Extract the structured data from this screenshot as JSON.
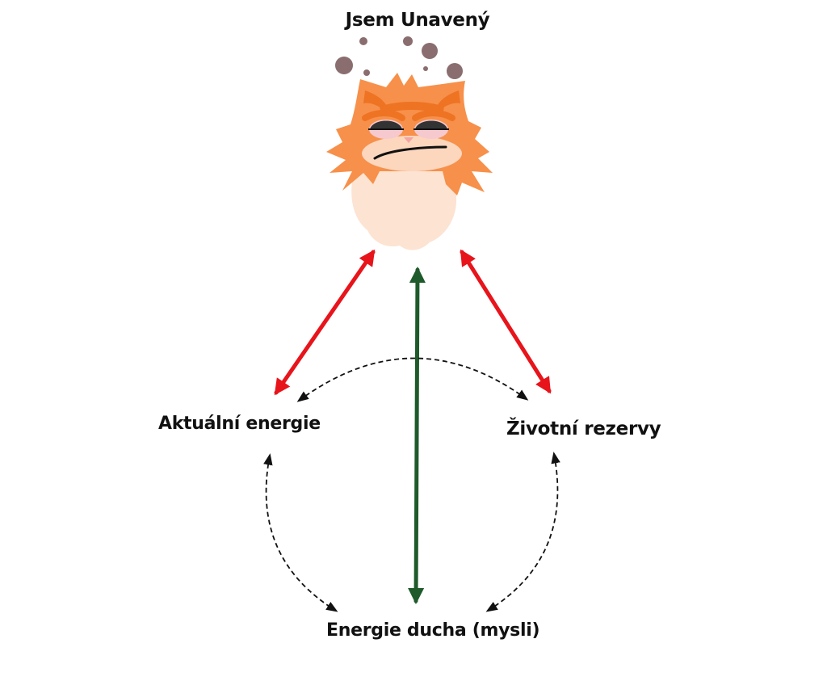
{
  "title": "Jsem Unavený",
  "nodes": {
    "left": "Aktuální energie",
    "right": "Životní rezervy",
    "bottom": "Energie ducha (mysli)"
  },
  "icons": {
    "character": "tired-cat-icon"
  },
  "colors": {
    "text": "#111111",
    "red_arrow": "#e8141b",
    "green_arrow": "#1e5a2a",
    "dashed_arrow": "#111111",
    "fur": "#f7904a",
    "fur_dark": "#ee7323",
    "face_pale": "#fde3d2",
    "bubble": "#8a6d6f"
  }
}
